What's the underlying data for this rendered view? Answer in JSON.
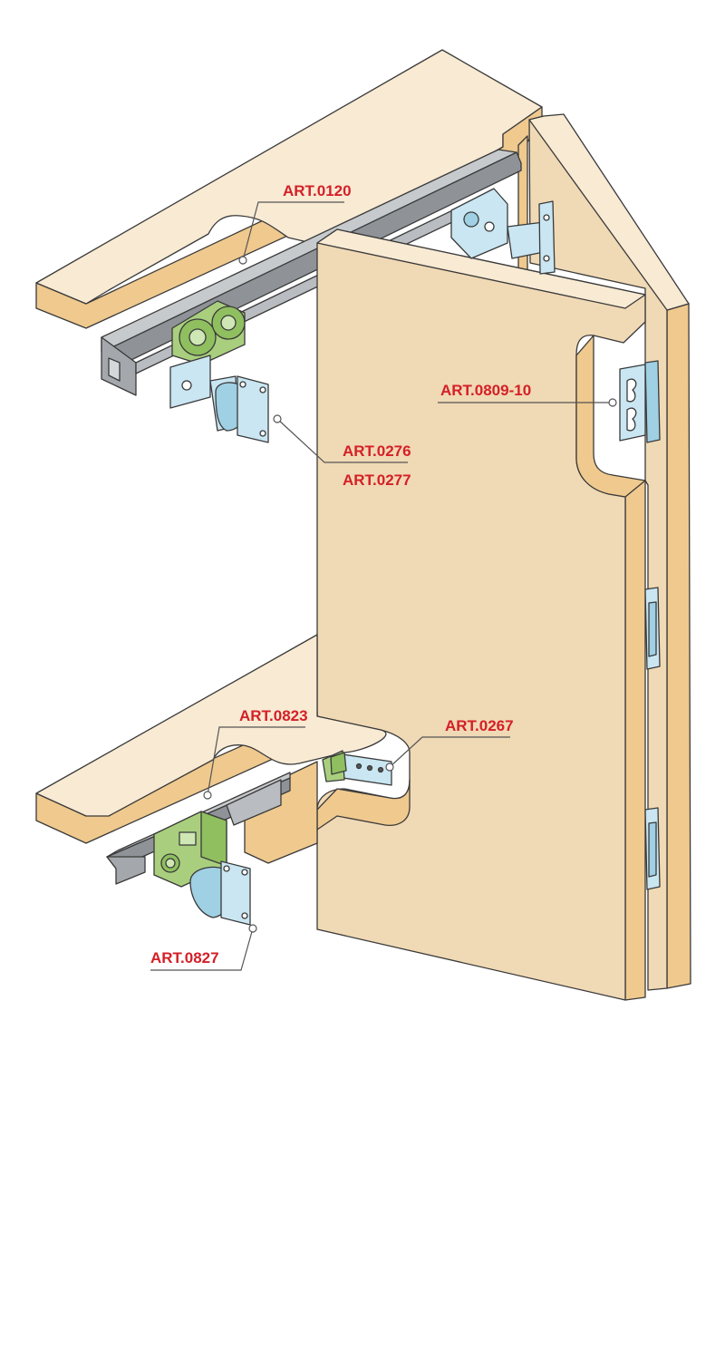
{
  "labels": {
    "art_0120": "ART.0120",
    "art_0276": "ART.0276",
    "art_0277": "ART.0277",
    "art_0809_10": "ART.0809-10",
    "art_0823": "ART.0823",
    "art_0267": "ART.0267",
    "art_0827": "ART.0827"
  },
  "colors": {
    "panel_front": "#f0d9b5",
    "panel_top": "#f8ead3",
    "panel_edge": "#efc98e",
    "rail_metal": "#b9bcc0",
    "roller_green": "#a9cf7e",
    "fitting_blue": "#c9e6f2",
    "label_red": "#d42027"
  }
}
